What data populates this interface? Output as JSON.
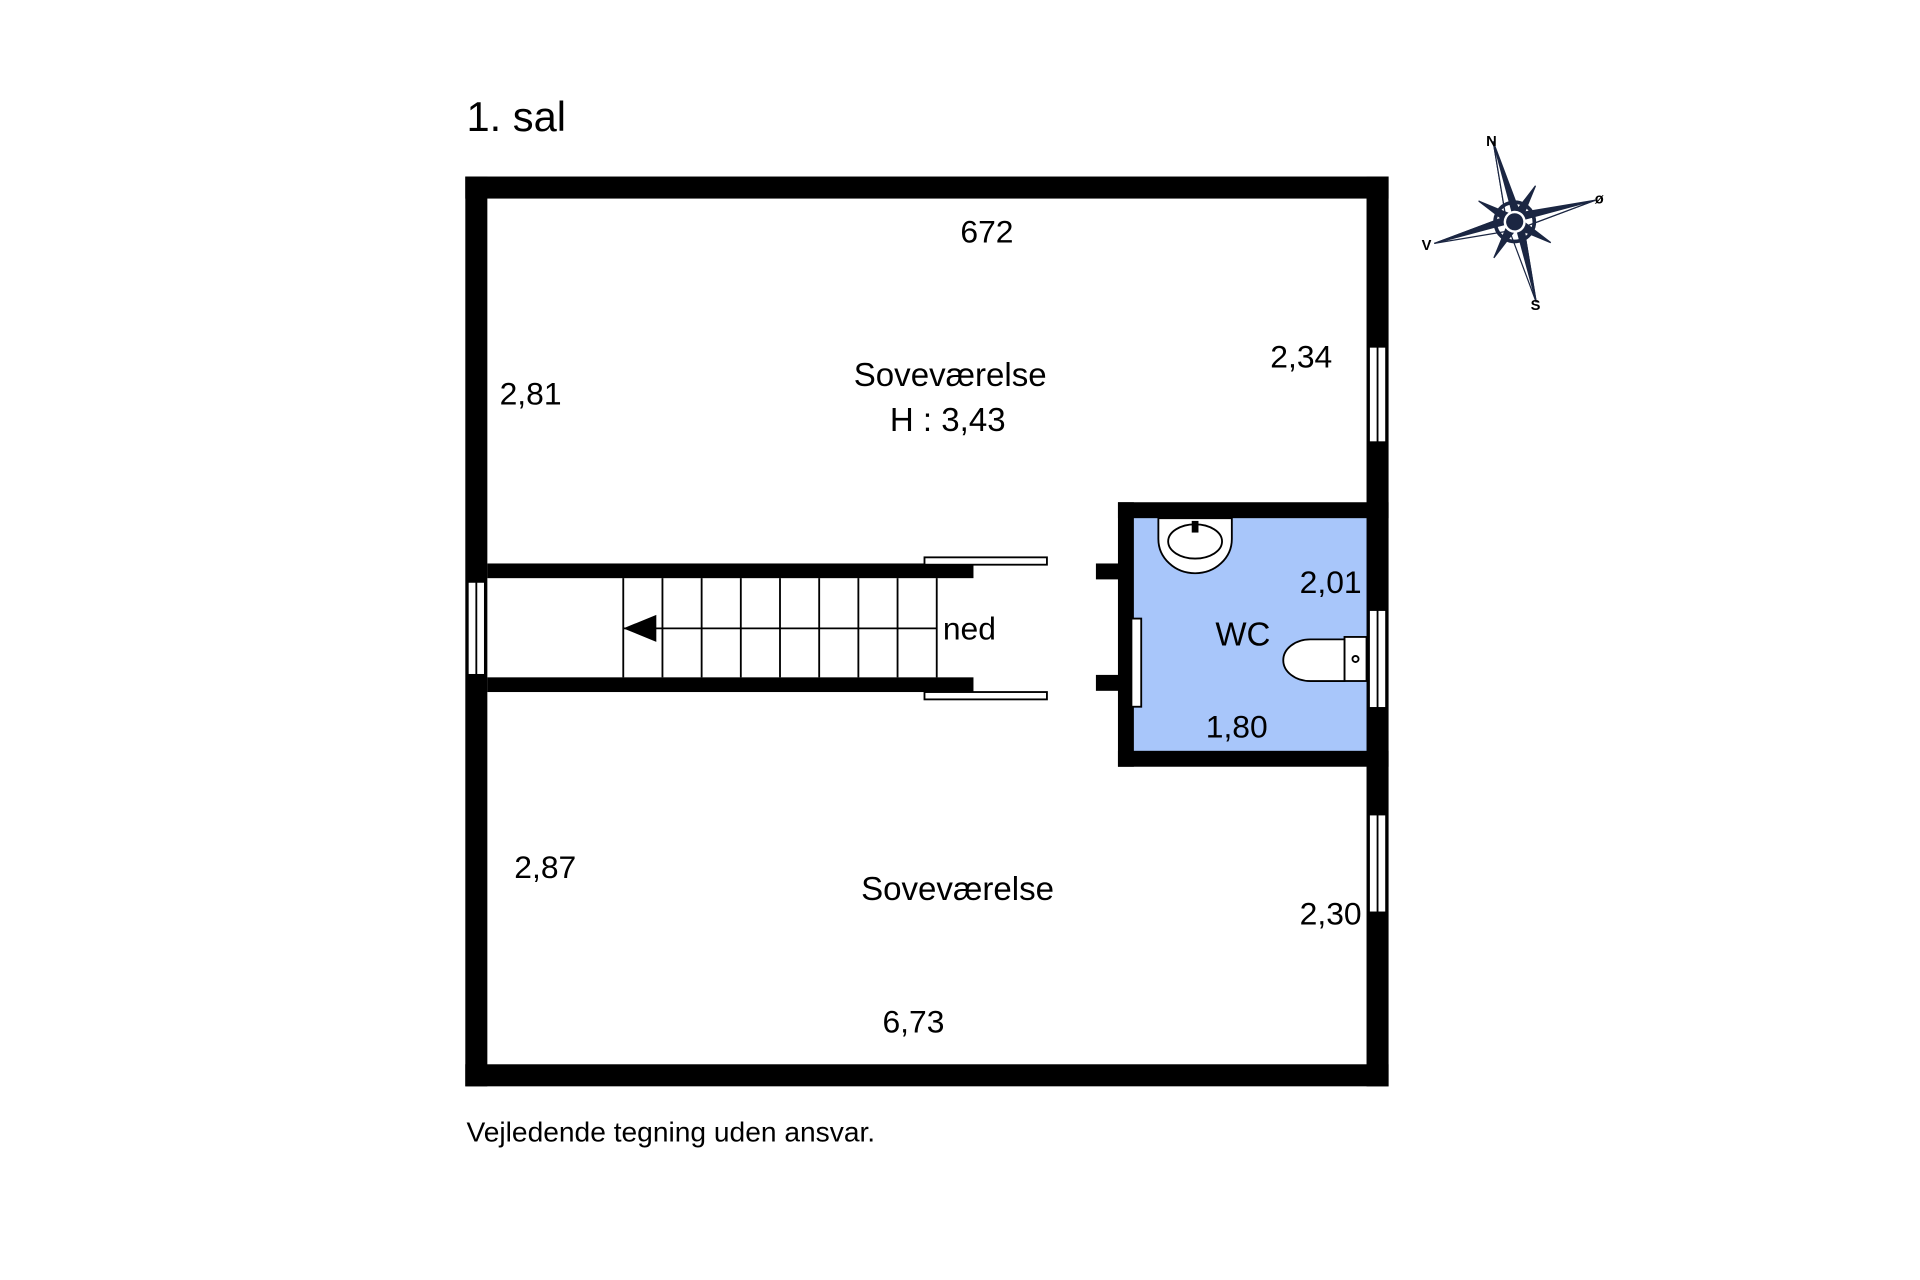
{
  "title": "1. sal",
  "footer": "Vejledende tegning uden ansvar.",
  "colors": {
    "wall": "#000000",
    "wc_fill": "#a8c6fa",
    "compass": "#1b2642"
  },
  "rooms": {
    "upper": {
      "name": "Soveværelse",
      "height": "H : 3,43",
      "dim_top": "672",
      "dim_left": "2,81",
      "dim_right": "2,34"
    },
    "lower": {
      "name": "Soveværelse",
      "dim_bottom": "6,73",
      "dim_left": "2,87",
      "dim_right": "2,30"
    },
    "wc": {
      "name": "WC",
      "dim_right": "2,01",
      "dim_bottom": "1,80"
    }
  },
  "stairs": {
    "label": "ned"
  },
  "compass": {
    "n": "N",
    "e": "ø",
    "s": "S",
    "w": "V"
  }
}
